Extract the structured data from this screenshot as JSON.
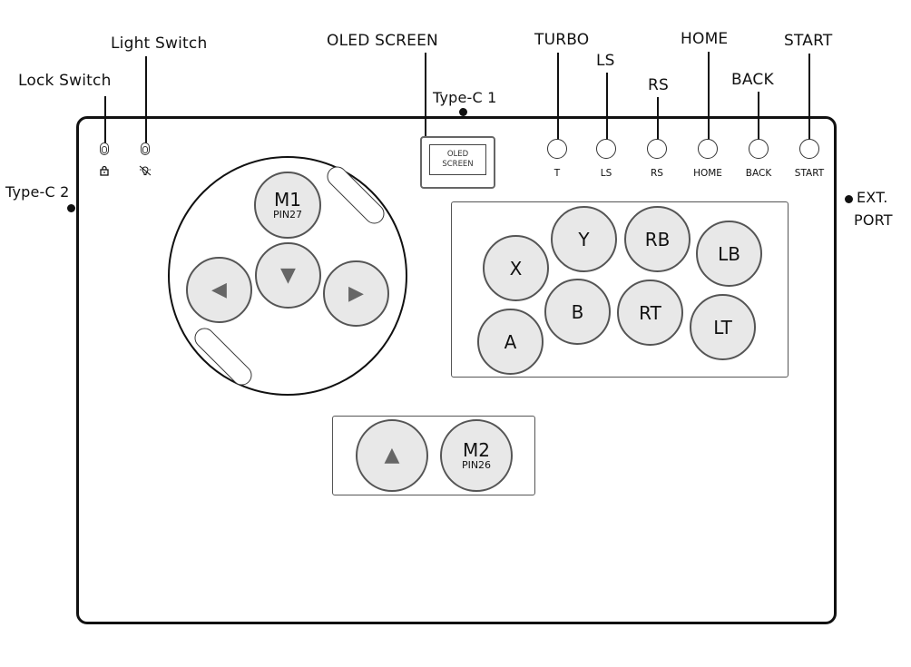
{
  "callouts": {
    "lock_switch": "Lock Switch",
    "light_switch": "Light Switch",
    "oled_screen": "OLED SCREEN",
    "type_c_1": "Type-C 1",
    "type_c_2": "Type-C 2",
    "turbo": "TURBO",
    "ls": "LS",
    "rs": "RS",
    "home": "HOME",
    "back": "BACK",
    "start": "START",
    "ext_port_line1": "EXT.",
    "ext_port_line2": "PORT"
  },
  "oled": {
    "text": "OLED\nSCREEN"
  },
  "small_buttons": [
    {
      "label": "T"
    },
    {
      "label": "LS"
    },
    {
      "label": "RS"
    },
    {
      "label": "HOME"
    },
    {
      "label": "BACK"
    },
    {
      "label": "START"
    }
  ],
  "switch_icons": {
    "lock": "lock-icon",
    "light": "light-off-icon"
  },
  "dpad": {
    "m1_label": "M1",
    "m1_pin": "PIN27",
    "down_arrow": "▼",
    "left_arrow": "◀",
    "right_arrow": "▶"
  },
  "face_buttons": [
    "X",
    "Y",
    "RB",
    "LB",
    "A",
    "B",
    "RT",
    "LT"
  ],
  "bottom": {
    "up_arrow": "▲",
    "m2_label": "M2",
    "m2_pin": "PIN26"
  },
  "colors": {
    "button_fill": "#e8e8e8",
    "button_border": "#555555",
    "outline": "#111111"
  }
}
